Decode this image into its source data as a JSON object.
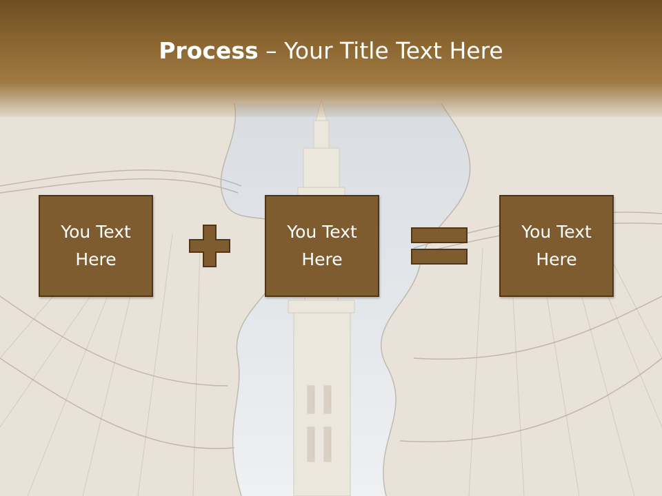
{
  "slide": {
    "title_bold": "Process",
    "title_rest": " – Your Title Text Here",
    "boxes": [
      {
        "text": "You Text Here"
      },
      {
        "text": "You Text Here"
      },
      {
        "text": "You Text Here"
      }
    ],
    "operators": [
      "plus",
      "equals"
    ]
  },
  "colors": {
    "header": "#7a5a2c",
    "box_fill": "#7f5c30",
    "box_border": "#4e3515",
    "title_text": "#ffffff"
  }
}
